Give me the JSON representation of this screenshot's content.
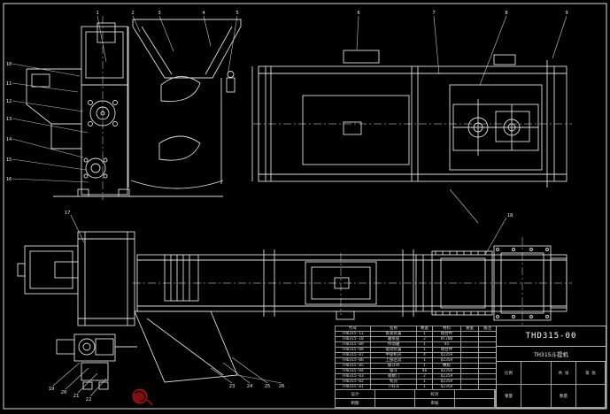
{
  "drawing": {
    "number": "THD315-00",
    "product": "TH315斗提机"
  },
  "callouts": [
    "1",
    "2",
    "3",
    "4",
    "5",
    "6",
    "7",
    "8",
    "9",
    "10",
    "11",
    "12",
    "13",
    "14",
    "15",
    "16",
    "17",
    "18",
    "19",
    "20",
    "21",
    "22",
    "23",
    "24",
    "25",
    "26"
  ],
  "bom": {
    "headers": [
      "代号",
      "名称",
      "数量",
      "材料",
      "重量",
      "备注"
    ],
    "rows": [
      [
        "THD315-11",
        "张紧装置",
        "1",
        "组合件",
        "",
        ""
      ],
      [
        "THD315-10",
        "轴承座",
        "2",
        "HT200",
        "",
        ""
      ],
      [
        "THD315-09",
        "传动轴",
        "1",
        "45",
        "",
        ""
      ],
      [
        "THD315-08",
        "驱动装置",
        "1",
        "组合件",
        "",
        ""
      ],
      [
        "THD315-07",
        "中部机壳",
        "4",
        "Q235A",
        "",
        ""
      ],
      [
        "THD315-06",
        "上部区段",
        "1",
        "Q235A",
        "",
        ""
      ],
      [
        "THD315-05",
        "畚斗带",
        "1",
        "橡胶",
        "",
        ""
      ],
      [
        "THD315-04",
        "畚斗",
        "46",
        "Q235A",
        "",
        ""
      ],
      [
        "THD315-03",
        "观察门",
        "2",
        "Q235A",
        "",
        ""
      ],
      [
        "THD315-02",
        "机壳",
        "1",
        "Q235A",
        "",
        ""
      ],
      [
        "THD315-01",
        "下料斗",
        "1",
        "Q235A",
        "",
        ""
      ]
    ]
  },
  "sig": {
    "cells": [
      "设计",
      "",
      "校对",
      "",
      "制图",
      "",
      "审核",
      ""
    ]
  },
  "title_block": {
    "number": "THD315-00",
    "product": "TH315斗提机",
    "cells": [
      "比例",
      "",
      "共 张",
      "第 张",
      "重量",
      "",
      "数量",
      ""
    ]
  }
}
